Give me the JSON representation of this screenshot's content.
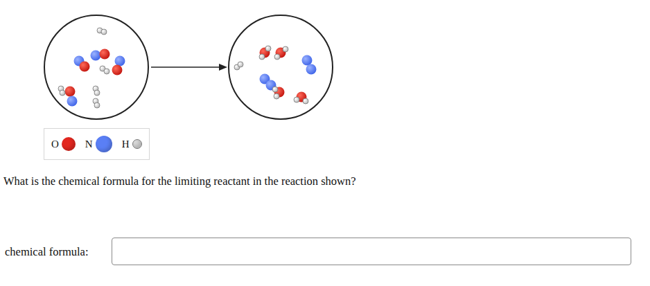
{
  "diagram": {
    "labels": [
      "What is the chemical formula for the limiting reactant in the reaction shown?",
      "chemical formula:"
    ],
    "legend": [
      {
        "text": "O",
        "color": "#e3271f"
      },
      {
        "text": "N",
        "color": "#5a7ff5"
      },
      {
        "text": "H",
        "color": "#d9d9d9"
      }
    ]
  }
}
